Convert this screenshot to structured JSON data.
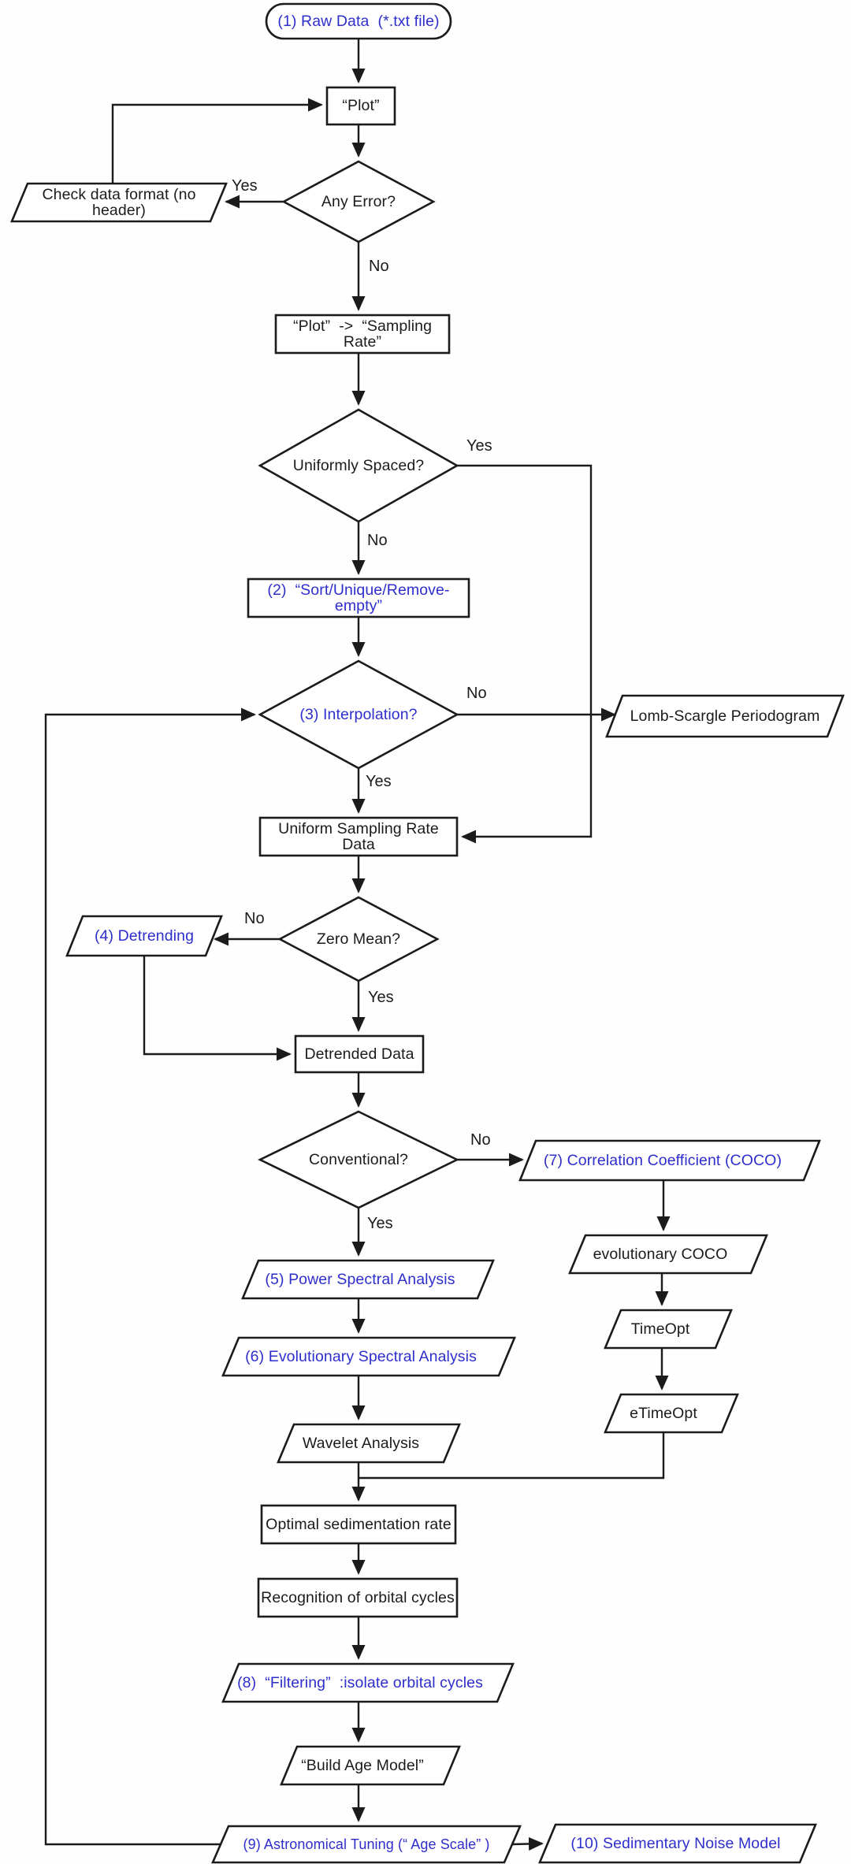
{
  "diagram": {
    "description": "Flowchart of a cyclostratigraphy time-series analysis workflow",
    "colors": {
      "accent_blue": "#2e2ecd",
      "line_black": "#1b1b1b",
      "shape_fill": "#ffffff",
      "background": "#fefefe"
    },
    "nodes": {
      "raw_data": {
        "label": "(1) Raw Data  (*.txt file)",
        "shape": "terminator",
        "text_color": "#2e2ecd"
      },
      "plot": {
        "label": "“Plot”",
        "shape": "process",
        "text_color": "#1b1b1b"
      },
      "any_error": {
        "label": "Any Error?",
        "shape": "decision",
        "text_color": "#1b1b1b"
      },
      "check_format": {
        "label": "Check data format (no header)",
        "shape": "parallelogram",
        "text_color": "#1b1b1b"
      },
      "plot_sampling_rate": {
        "label": "“Plot”  ->  “Sampling Rate”",
        "shape": "process",
        "text_color": "#1b1b1b"
      },
      "uniformly_spaced": {
        "label": "Uniformly Spaced?",
        "shape": "decision",
        "text_color": "#1b1b1b"
      },
      "sort_unique": {
        "label": "(2)  “Sort/Unique/Remove-empty”",
        "shape": "process",
        "text_color": "#2e2ecd"
      },
      "interpolation": {
        "label": "(3) Interpolation?",
        "shape": "decision",
        "text_color": "#2e2ecd"
      },
      "lomb_scargle": {
        "label": "Lomb-Scargle Periodogram",
        "shape": "parallelogram",
        "text_color": "#1b1b1b"
      },
      "uniform_data": {
        "label": "Uniform Sampling Rate Data",
        "shape": "process",
        "text_color": "#1b1b1b"
      },
      "zero_mean": {
        "label": "Zero Mean?",
        "shape": "decision",
        "text_color": "#1b1b1b"
      },
      "detrending": {
        "label": "(4) Detrending",
        "shape": "parallelogram",
        "text_color": "#2e2ecd"
      },
      "detrended_data": {
        "label": "Detrended Data",
        "shape": "process",
        "text_color": "#1b1b1b"
      },
      "conventional": {
        "label": "Conventional?",
        "shape": "decision",
        "text_color": "#1b1b1b"
      },
      "coco": {
        "label": "(7) Correlation Coefficient (COCO)",
        "shape": "parallelogram",
        "text_color": "#2e2ecd"
      },
      "evolutionary_coco": {
        "label": "evolutionary COCO",
        "shape": "parallelogram",
        "text_color": "#1b1b1b"
      },
      "timeopt": {
        "label": "TimeOpt",
        "shape": "parallelogram",
        "text_color": "#1b1b1b"
      },
      "etimeopt": {
        "label": "eTimeOpt",
        "shape": "parallelogram",
        "text_color": "#1b1b1b"
      },
      "power_spectral": {
        "label": "(5) Power Spectral Analysis",
        "shape": "parallelogram",
        "text_color": "#2e2ecd"
      },
      "evolutionary_spectral": {
        "label": "(6) Evolutionary Spectral Analysis",
        "shape": "parallelogram",
        "text_color": "#2e2ecd"
      },
      "wavelet": {
        "label": "Wavelet Analysis",
        "shape": "parallelogram",
        "text_color": "#1b1b1b"
      },
      "optimal_sed_rate": {
        "label": "Optimal sedimentation rate",
        "shape": "process",
        "text_color": "#1b1b1b"
      },
      "orbital_cycles": {
        "label": "Recognition of orbital cycles",
        "shape": "process",
        "text_color": "#1b1b1b"
      },
      "filtering": {
        "label": "(8)  “Filtering”  :isolate orbital cycles",
        "shape": "parallelogram",
        "text_color": "#2e2ecd"
      },
      "build_age_model": {
        "label": "“Build Age Model”",
        "shape": "parallelogram",
        "text_color": "#1b1b1b"
      },
      "astronomical_tuning": {
        "label": "(9) Astronomical Tuning (“ Age Scale” )",
        "shape": "parallelogram",
        "text_color": "#2e2ecd"
      },
      "noise_model": {
        "label": "(10) Sedimentary Noise Model",
        "shape": "parallelogram",
        "text_color": "#2e2ecd"
      }
    },
    "edge_labels": {
      "any_error_yes": "Yes",
      "any_error_no": "No",
      "uniformly_spaced_yes": "Yes",
      "uniformly_spaced_no": "No",
      "interpolation_no": "No",
      "interpolation_yes": "Yes",
      "zero_mean_no": "No",
      "zero_mean_yes": "Yes",
      "conventional_no": "No",
      "conventional_yes": "Yes"
    }
  }
}
